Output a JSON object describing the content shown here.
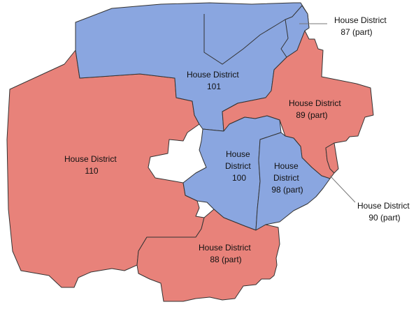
{
  "colors": {
    "red": "#e8827a",
    "blue": "#8aa6e0"
  },
  "districts": {
    "d87": {
      "line1": "House District",
      "line2": "87 (part)",
      "party_color": "blue"
    },
    "d101": {
      "line1": "House District",
      "line2": "101",
      "party_color": "blue"
    },
    "d89": {
      "line1": "House District",
      "line2": "89 (part)",
      "party_color": "red"
    },
    "d110": {
      "line1": "House District",
      "line2": "110",
      "party_color": "red"
    },
    "d100": {
      "line1": "House",
      "line2": "District",
      "line3": "100",
      "party_color": "blue"
    },
    "d98": {
      "line1": "House",
      "line2": "District",
      "line3": "98 (part)",
      "party_color": "blue"
    },
    "d90": {
      "line1": "House District",
      "line2": "90 (part)",
      "party_color": "red"
    },
    "d88": {
      "line1": "House District",
      "line2": "88 (part)",
      "party_color": "red"
    }
  }
}
